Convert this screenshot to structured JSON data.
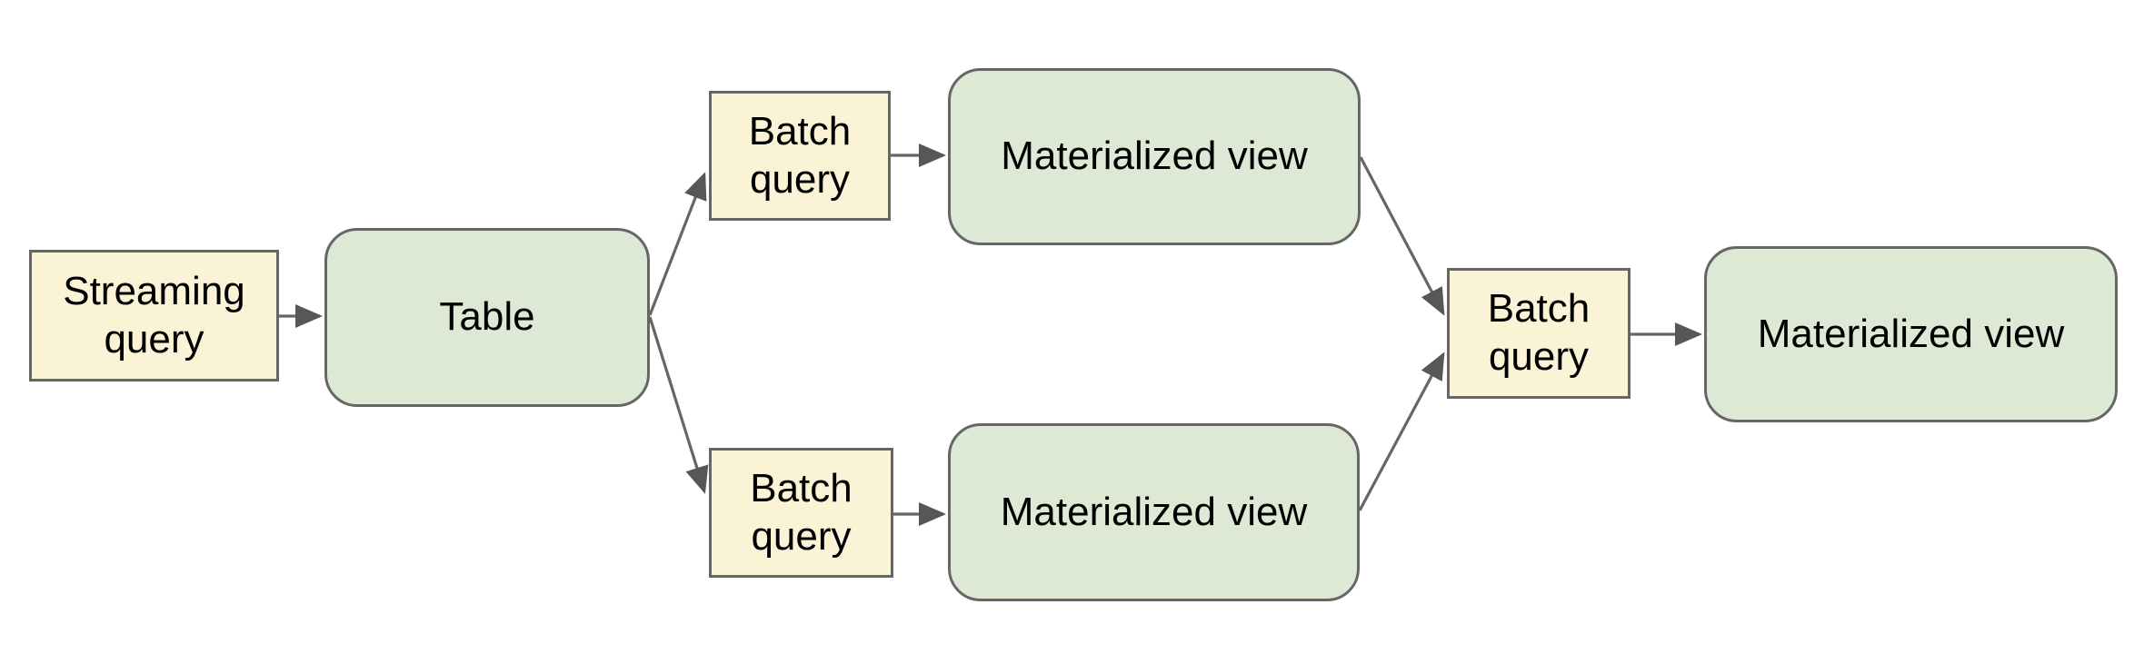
{
  "diagram": {
    "colors": {
      "background": "#ffffff",
      "query_fill": "#faf3d6",
      "view_fill": "#dde8d5",
      "stroke": "#666666",
      "arrow": "#575757",
      "text": "#000000"
    },
    "nodes": [
      {
        "id": "streaming-query",
        "label": "Streaming\nquery",
        "shape": "rectangle",
        "role": "query"
      },
      {
        "id": "table",
        "label": "Table",
        "shape": "rounded",
        "role": "table"
      },
      {
        "id": "batch-query-top",
        "label": "Batch\nquery",
        "shape": "rectangle",
        "role": "query"
      },
      {
        "id": "materialized-view-top",
        "label": "Materialized view",
        "shape": "rounded",
        "role": "view"
      },
      {
        "id": "batch-query-bottom",
        "label": "Batch\nquery",
        "shape": "rectangle",
        "role": "query"
      },
      {
        "id": "materialized-view-bottom",
        "label": "Materialized view",
        "shape": "rounded",
        "role": "view"
      },
      {
        "id": "batch-query-merge",
        "label": "Batch\nquery",
        "shape": "rectangle",
        "role": "query"
      },
      {
        "id": "materialized-view-final",
        "label": "Materialized view",
        "shape": "rounded",
        "role": "view"
      }
    ],
    "edges": [
      {
        "from": "streaming-query",
        "to": "table"
      },
      {
        "from": "table",
        "to": "batch-query-top"
      },
      {
        "from": "table",
        "to": "batch-query-bottom"
      },
      {
        "from": "batch-query-top",
        "to": "materialized-view-top"
      },
      {
        "from": "batch-query-bottom",
        "to": "materialized-view-bottom"
      },
      {
        "from": "materialized-view-top",
        "to": "batch-query-merge"
      },
      {
        "from": "materialized-view-bottom",
        "to": "batch-query-merge"
      },
      {
        "from": "batch-query-merge",
        "to": "materialized-view-final"
      }
    ]
  }
}
